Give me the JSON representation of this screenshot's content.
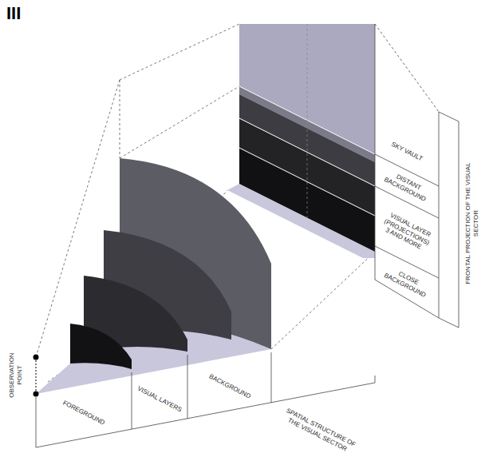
{
  "diagram": {
    "title": "III",
    "labels": [
      "OBSERVATION POINT",
      "FOREGROUND",
      "VISUAL LAYERS",
      "BACKGROUND",
      "SPATIAL STRUCTURE OF THE VISUAL SECTOR",
      "SKY VAULT",
      "DISTANT BACKGROUND",
      "VISUAL LAYER (PROJECTIONS) 3 AND MORE",
      "CLOSE BACKGROUND",
      "FRONTAL PROJECTION OF THE VISUAL SECTOR"
    ]
  }
}
